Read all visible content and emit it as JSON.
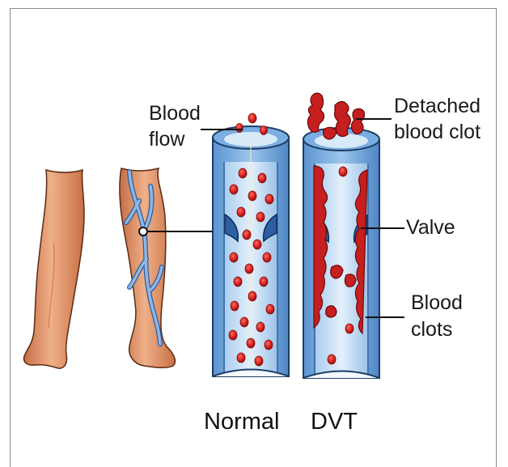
{
  "labels": {
    "blood_flow_line1": "Blood",
    "blood_flow_line2": "flow",
    "detached_line1": "Detached",
    "detached_line2": "blood clot",
    "valve": "Valve",
    "clots_line1": "Blood",
    "clots_line2": "clots"
  },
  "captions": {
    "normal": "Normal",
    "dvt": "DVT"
  },
  "colors": {
    "skin": "#e2956a",
    "vein": "#7fa7d8",
    "vessel_wall": "#7fb0e0",
    "vessel_inner": "#cfe3f5",
    "blood_cell": "#d42020",
    "clot": "#b81818"
  }
}
